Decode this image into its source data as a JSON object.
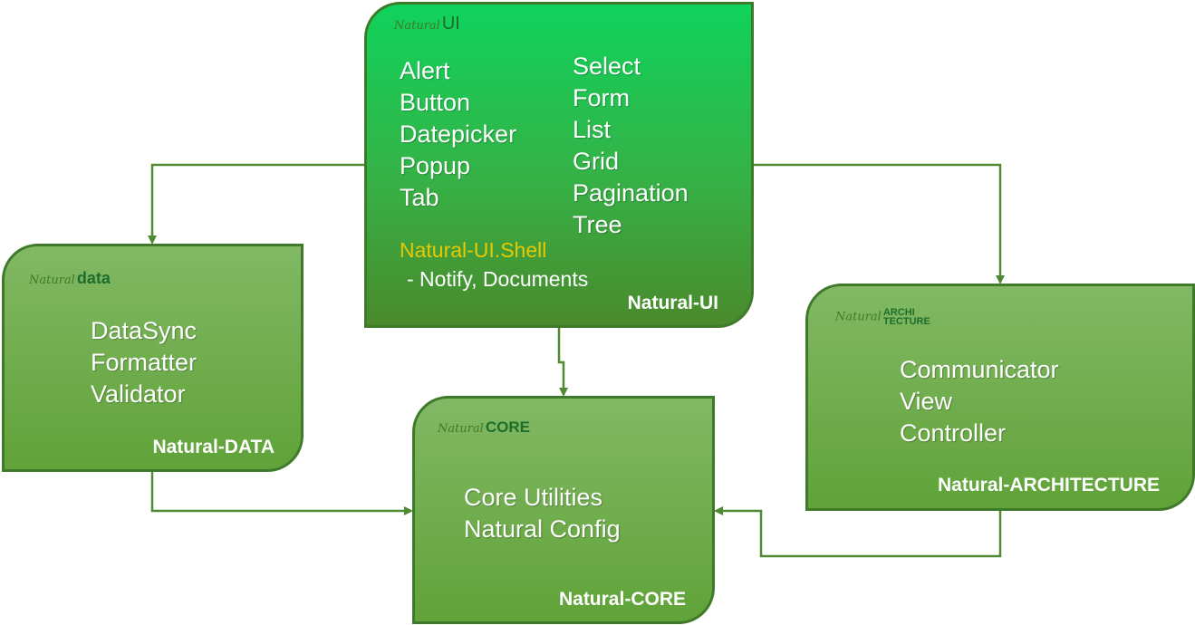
{
  "modules": {
    "ui": {
      "logo_script": "Natural",
      "logo_brand": "UI",
      "components_col1": [
        "Alert",
        "Button",
        "Datepicker",
        "Popup",
        "Tab"
      ],
      "components_col2": [
        "Select",
        "Form",
        "List",
        "Grid",
        "Pagination",
        "Tree"
      ],
      "shell_title": "Natural-UI.Shell",
      "shell_subtitle": " - Notify, Documents",
      "label": "Natural-UI"
    },
    "data": {
      "logo_script": "Natural",
      "logo_brand": "data",
      "items": [
        "DataSync",
        "Formatter",
        "Validator"
      ],
      "label": "Natural-DATA"
    },
    "core": {
      "logo_script": "Natural",
      "logo_brand": "CORE",
      "items": [
        "Core Utilities",
        "Natural Config"
      ],
      "label": "Natural-CORE"
    },
    "architecture": {
      "logo_script": "Natural",
      "logo_brand_line1": "ARCHI",
      "logo_brand_line2": "TECTURE",
      "items": [
        "Communicator",
        "View",
        "Controller"
      ],
      "label": "Natural-ARCHITECTURE"
    }
  },
  "colors": {
    "connector": "#4f8a33",
    "box_border": "#3f7a2b",
    "ui_fill_top": "#0fd35c",
    "module_fill": "#6aaa44",
    "shell_highlight": "#e8c800",
    "text": "#ffffff"
  }
}
